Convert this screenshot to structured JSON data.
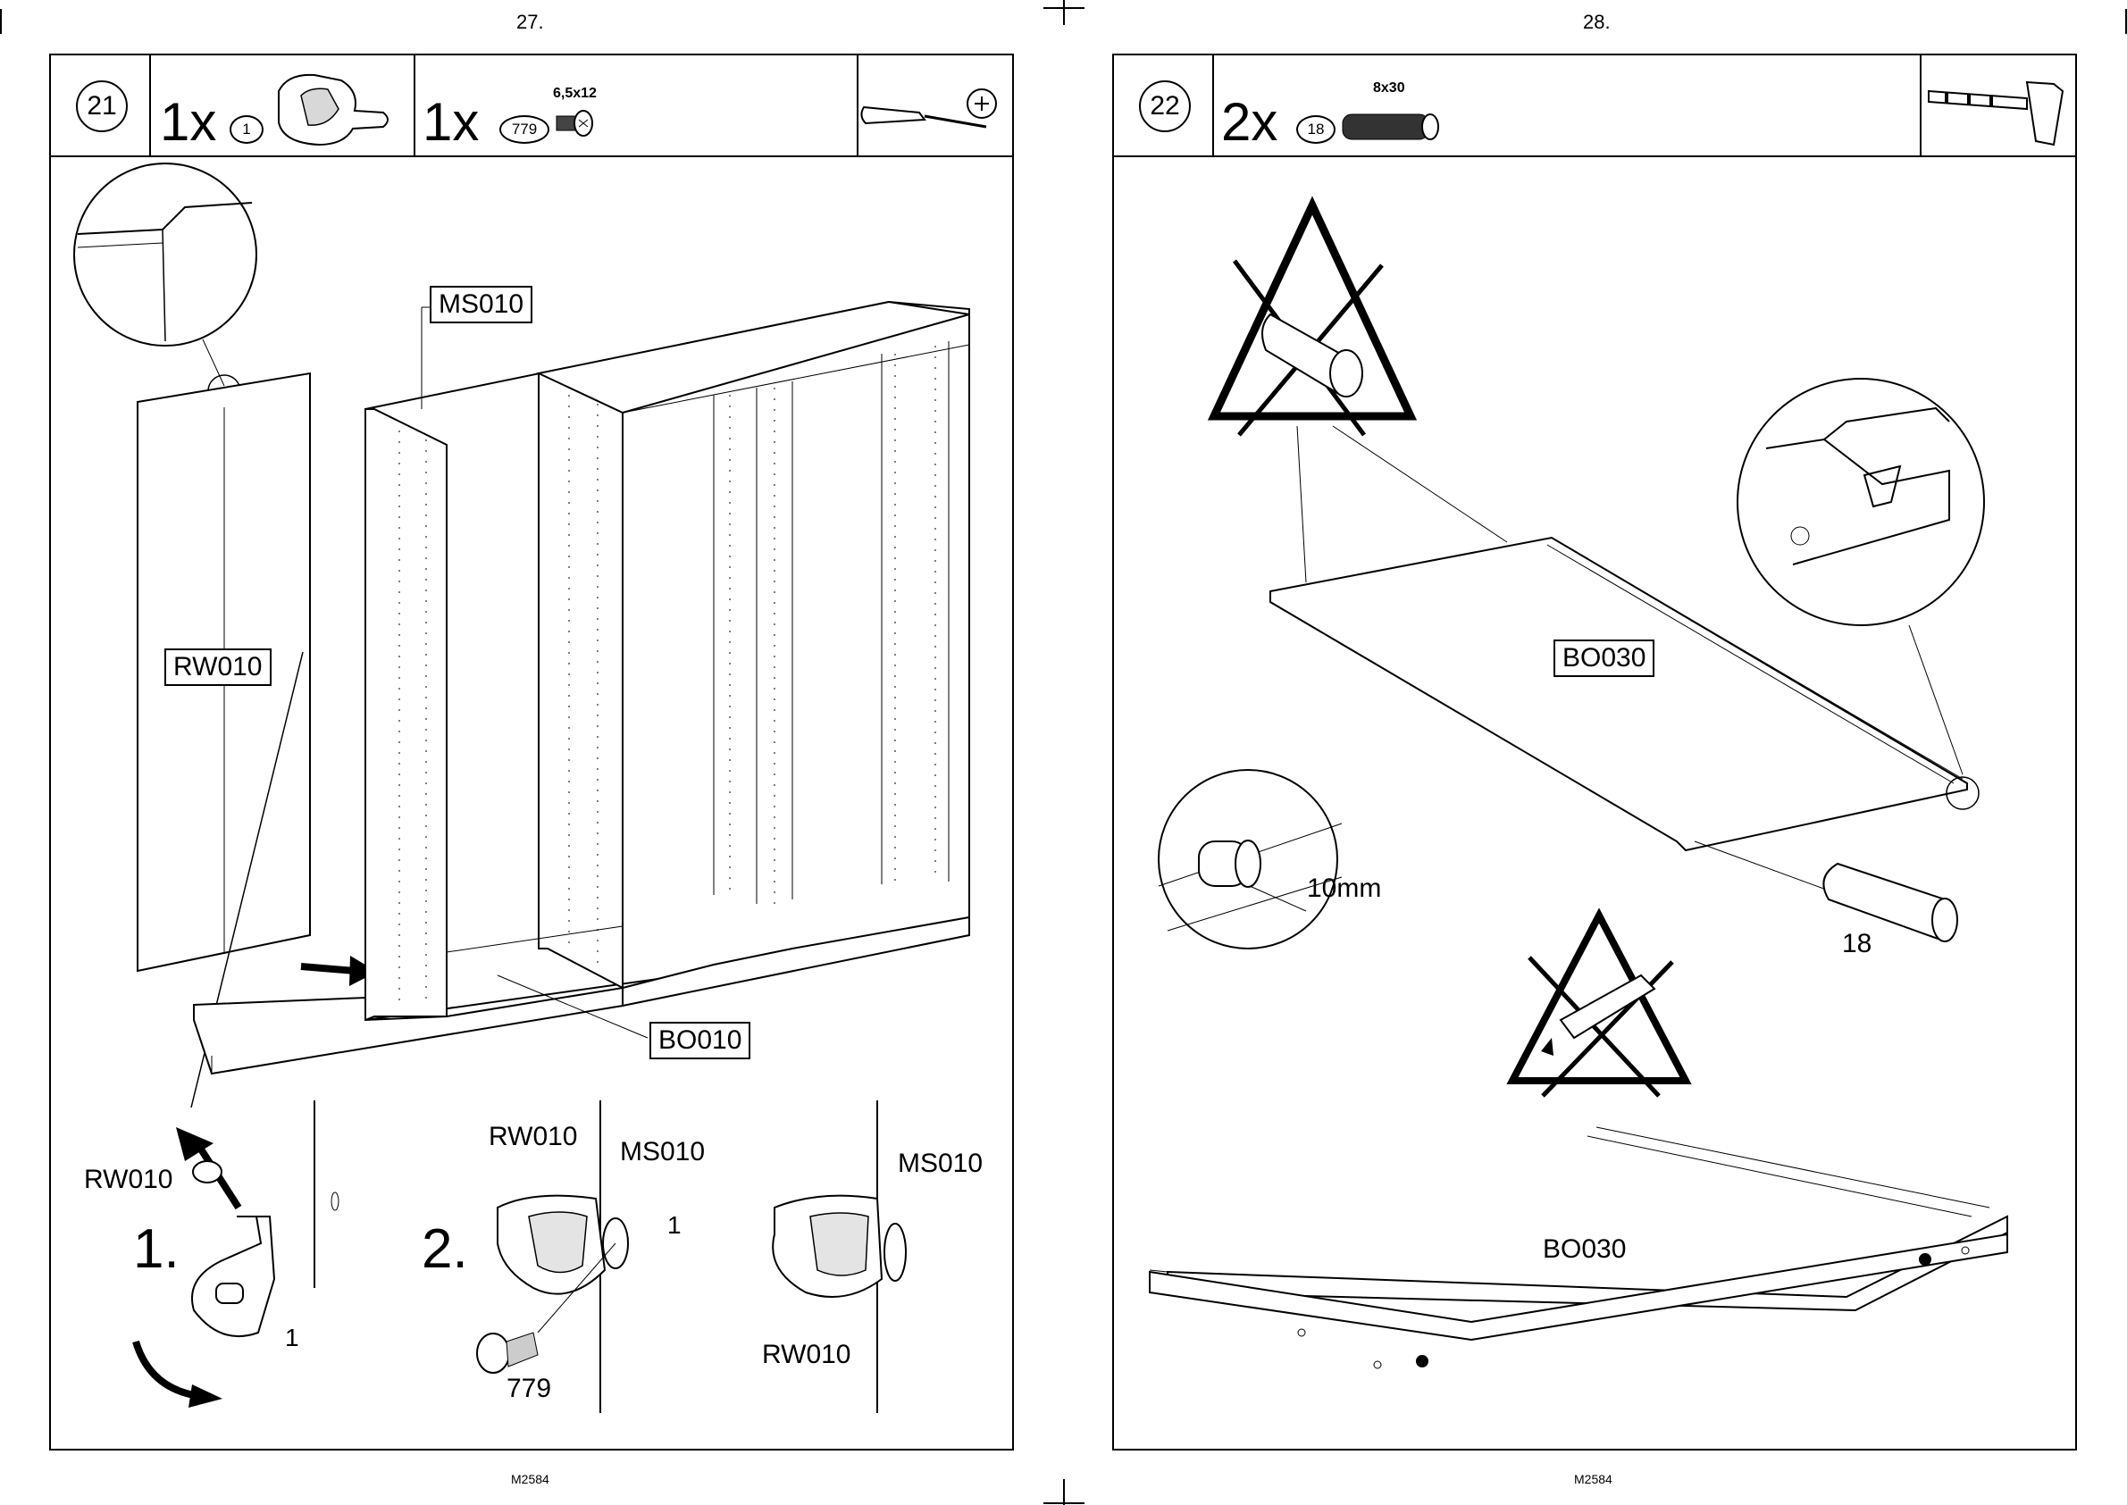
{
  "left_page": {
    "page_number": "27.",
    "footer": "M2584",
    "step": "21",
    "parts": [
      {
        "qty": "1x",
        "part_no": "1"
      },
      {
        "qty": "1x",
        "part_no": "779",
        "spec": "6,5x12"
      }
    ],
    "tool_icon": "phillips-screwdriver-icon",
    "labels": {
      "ms010_top": "MS010",
      "rw010_panel": "RW010",
      "bo010": "BO010",
      "rw010_detail1": "RW010",
      "step1": "1.",
      "part1_detail1": "1",
      "rw010_detail2": "RW010",
      "ms010_detail2": "MS010",
      "step2": "2.",
      "part1_detail2": "1",
      "screw_779": "779",
      "ms010_detail3": "MS010",
      "rw010_detail3": "RW010"
    }
  },
  "right_page": {
    "page_number": "28.",
    "footer": "M2584",
    "step": "22",
    "parts": [
      {
        "qty": "2x",
        "part_no": "18",
        "spec": "8x30"
      }
    ],
    "tool_icon": "hammer-icon",
    "labels": {
      "bo030_box": "BO030",
      "dowel_depth": "10mm",
      "dowel_18": "18",
      "bo030_bottom": "BO030"
    }
  }
}
